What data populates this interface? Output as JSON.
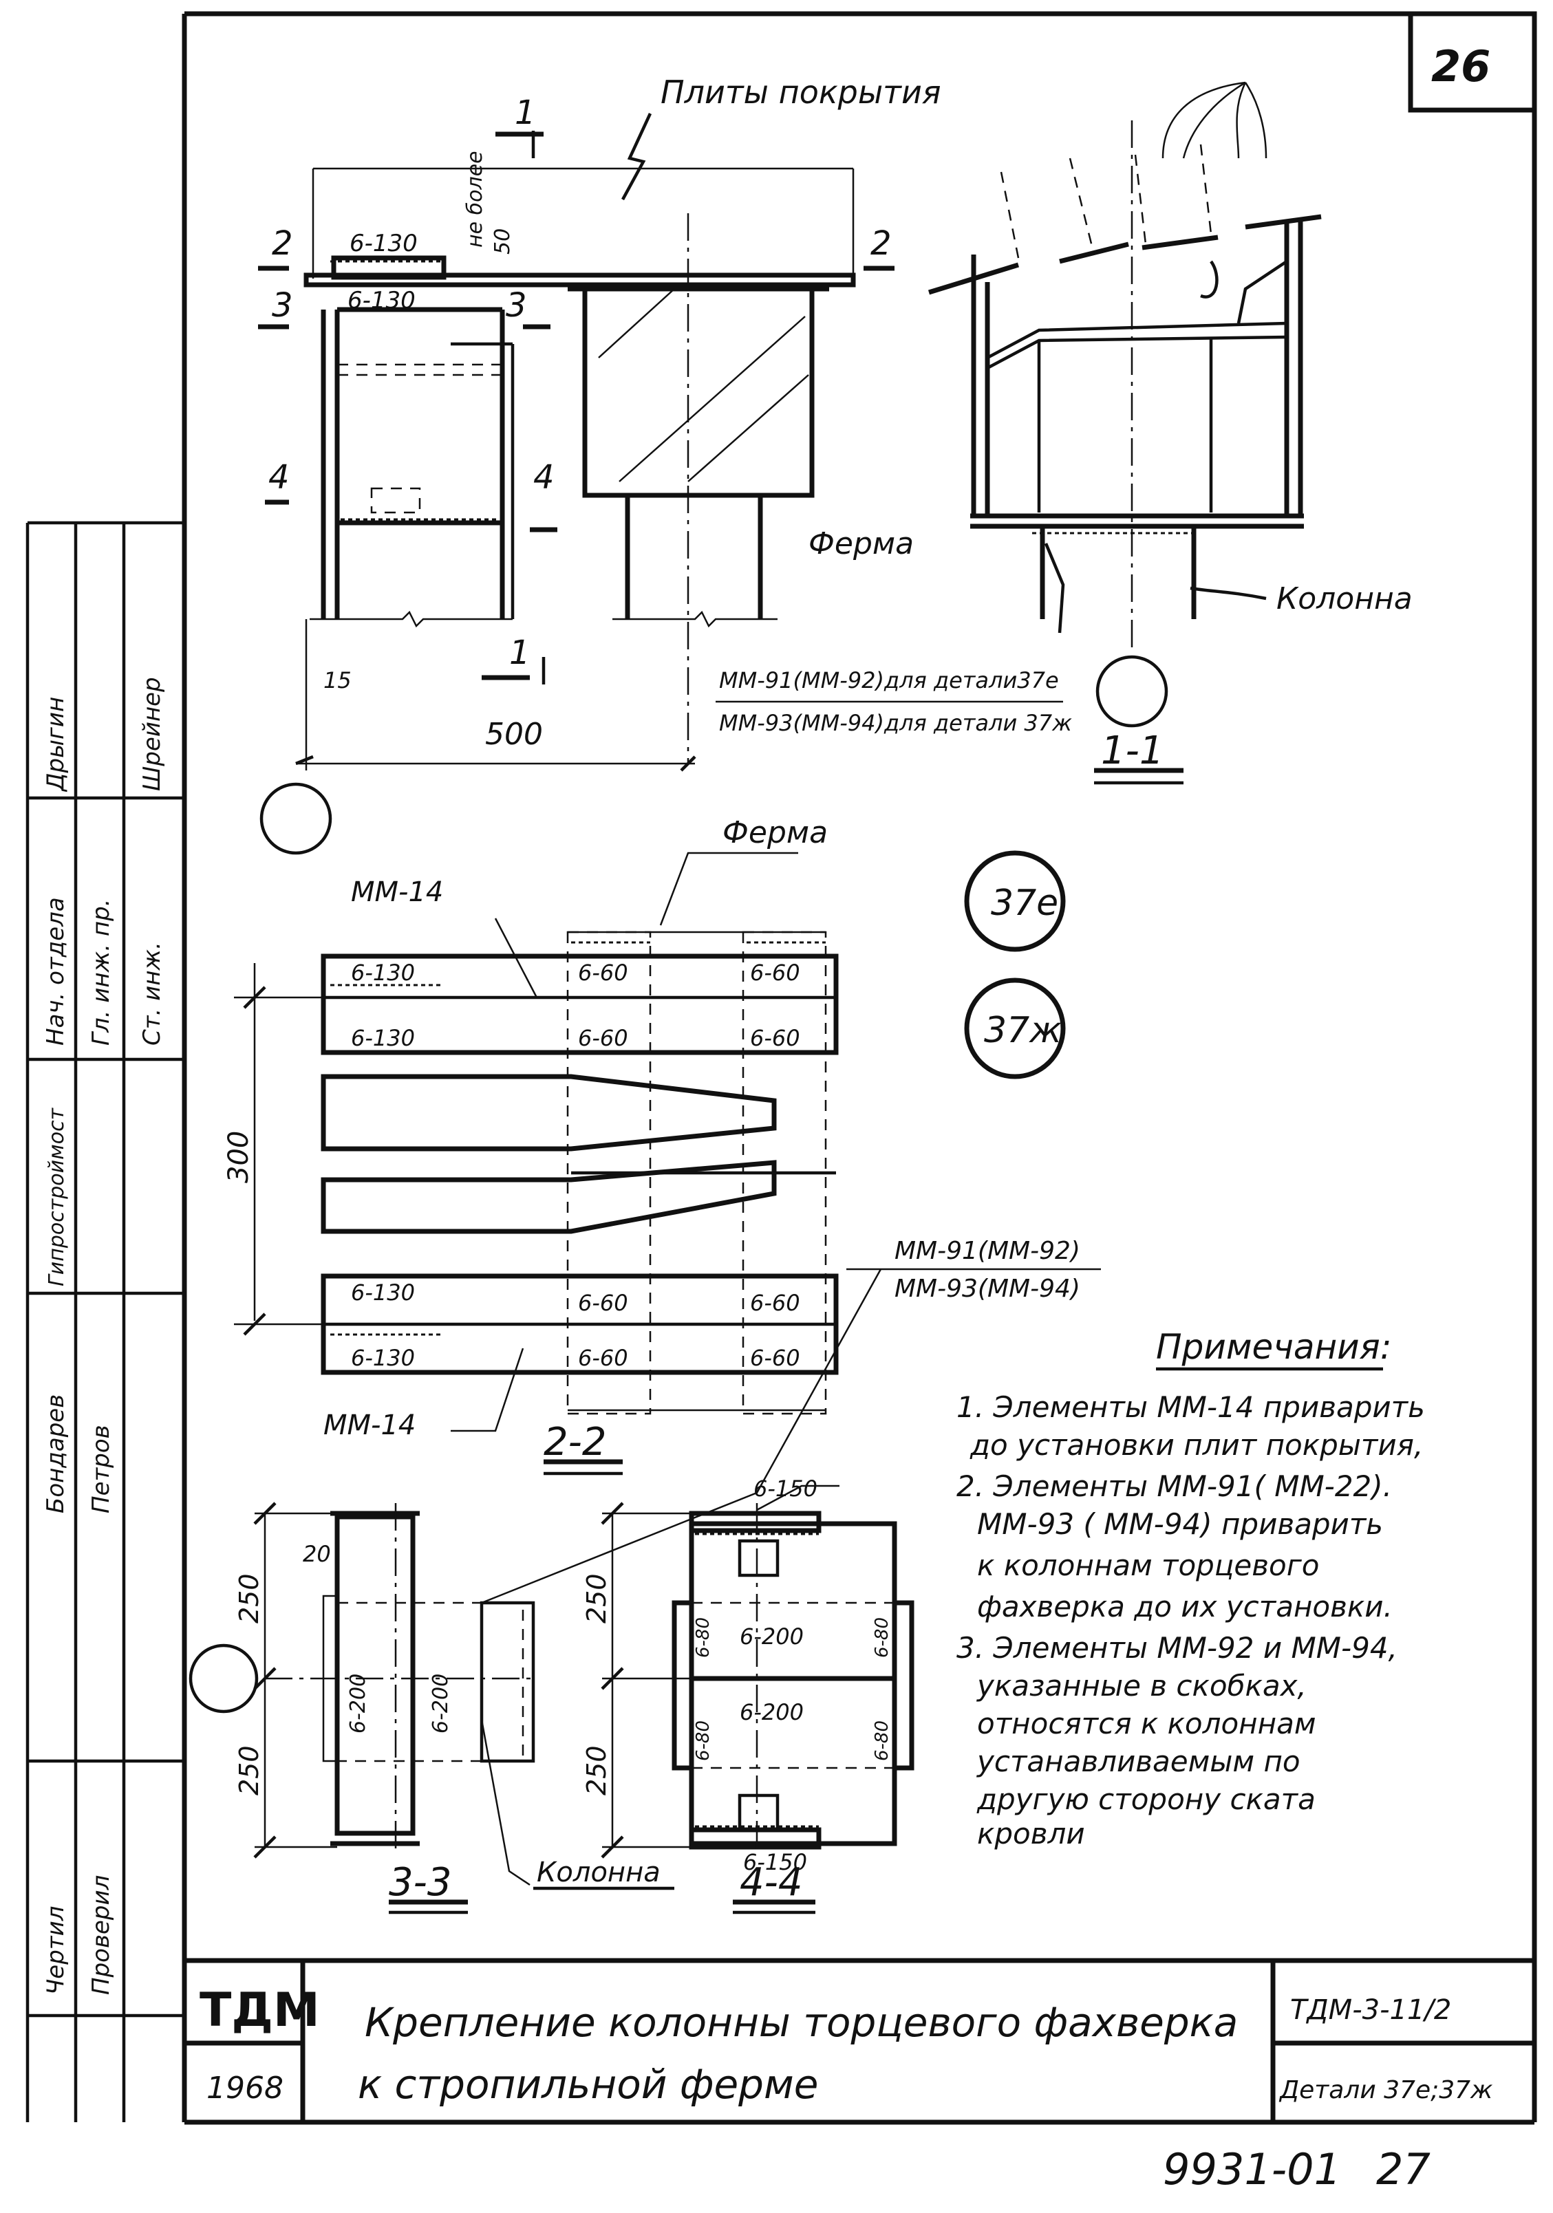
{
  "sheet": {
    "page_number": "26",
    "bottom_number": "27",
    "doc_number": "9931-01"
  },
  "labels": {
    "plates": "Плиты покрытия",
    "truss": "Ферма",
    "column": "Колонна",
    "mm14_top": "ММ-14",
    "mm14_bottom": "ММ-14",
    "mm91_line1": "ММ-91(ММ-92)для детали37е",
    "mm91_line2": "ММ-93(ММ-94)для детали 37ж",
    "mm91_short1": "ММ-91(ММ-92)",
    "mm91_short2": "ММ-93(ММ-94)",
    "not_less": "не более",
    "col_3_3": "Колонна",
    "truss_2_2": "Ферма"
  },
  "sections": {
    "s1": "1-1",
    "s2": "2-2",
    "s3": "3-3",
    "s4": "4-4",
    "cut1": "1",
    "cut2": "2",
    "cut3": "3",
    "cut4": "4"
  },
  "details": {
    "d37e": "37е",
    "d37zh": "37ж"
  },
  "dims": {
    "d500": "500",
    "d300": "300",
    "d15": "15",
    "d50": "50",
    "d20": "20",
    "d250a": "250",
    "d250b": "250",
    "d250c": "250",
    "d250d": "250"
  },
  "welds": {
    "w6_130": "6-130",
    "w6_60": "6-60",
    "w6_150": "6-150",
    "w6_200": "6-200",
    "w6_80": "6-80"
  },
  "notes": {
    "title": "Примечания:",
    "n1_a": "1. Элементы ММ-14 приварить",
    "n1_b": "до установки плит покрытия,",
    "n2_a": "2. Элементы ММ-91( ММ-22).",
    "n2_b": "ММ-93 ( ММ-94) приварить",
    "n2_c": "к колоннам торцевого",
    "n2_d": "фахверка до их установки.",
    "n3_a": "3. Элементы ММ-92 и ММ-94,",
    "n3_b": "указанные в скобках,",
    "n3_c": "относятся к колоннам",
    "n3_d": "устанавливаемым по",
    "n3_e": "другую сторону ската",
    "n3_f": "кровли"
  },
  "title_block": {
    "org": "ТДМ",
    "year": "1968",
    "title_line1": "Крепление колонны торцевого фахверка",
    "title_line2": "к стропильной ферме",
    "code": "ТДМ-3-11/2",
    "detail_label": "Детали 37е;37ж"
  },
  "side_stamp": {
    "r1": "Нач. отдела",
    "r2": "Гл. инж. пр.",
    "r3": "Ст. инж.",
    "r4": "Чертил",
    "r5": "Проверил",
    "org1": "Гипростроймост",
    "org2": "Дрыгин",
    "org3": "Шрейнер",
    "org4": "Бондарев",
    "org5": "Петров"
  }
}
